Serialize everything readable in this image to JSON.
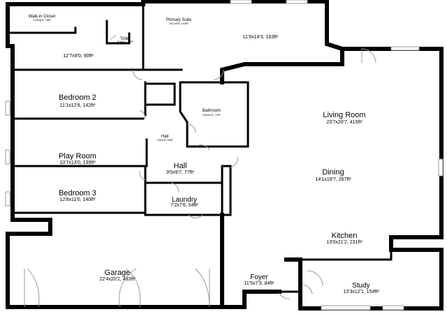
{
  "rooms": {
    "walk_in_closet": {
      "name": "Walk-in Closet",
      "dims": "12'6x6'9, 78ft²"
    },
    "primary_suite": {
      "name": "Primary Suite",
      "dims": "16'1x9'9, 144ft²"
    },
    "suite_main": {
      "dims": "11'6x14'3, 163ft²"
    },
    "toilet": {
      "name": "Toilet",
      "dims": "4'3x4'1, 17ft²"
    },
    "upper_hall": {
      "dims": "12'7x9'0, 90ft²"
    },
    "bedroom_2": {
      "name": "Bedroom 2",
      "dims": "11'1x12'8, 142ft²"
    },
    "bathroom": {
      "name": "Bathroom",
      "dims": "8'6x10'5, 71ft²"
    },
    "hall_small": {
      "name": "Hall",
      "dims": "4'5x9'8, 43ft²"
    },
    "living_room": {
      "name": "Living Room",
      "dims": "23'7x20'7, 415ft²"
    },
    "play_room": {
      "name": "Play Room",
      "dims": "10'7x13'0, 139ft²"
    },
    "hall": {
      "name": "Hall",
      "dims": "9'0x9'7, 77ft²"
    },
    "dining": {
      "name": "Dining",
      "dims": "14'1x19'7, 267ft²"
    },
    "bedroom_3": {
      "name": "Bedroom 3",
      "dims": "12'8x11'0, 140ft²"
    },
    "laundry": {
      "name": "Laundry",
      "dims": "7'2x7'6, 54ft²"
    },
    "kitchen": {
      "name": "Kitchen",
      "dims": "13'0x21'2, 231ft²"
    },
    "garage": {
      "name": "Garage",
      "dims": "22'4x20'2, 433ft²"
    },
    "foyer": {
      "name": "Foyer",
      "dims": "11'5x7'3, 84ft²"
    },
    "study": {
      "name": "Study",
      "dims": "13'3x12'1, 154ft²"
    }
  }
}
